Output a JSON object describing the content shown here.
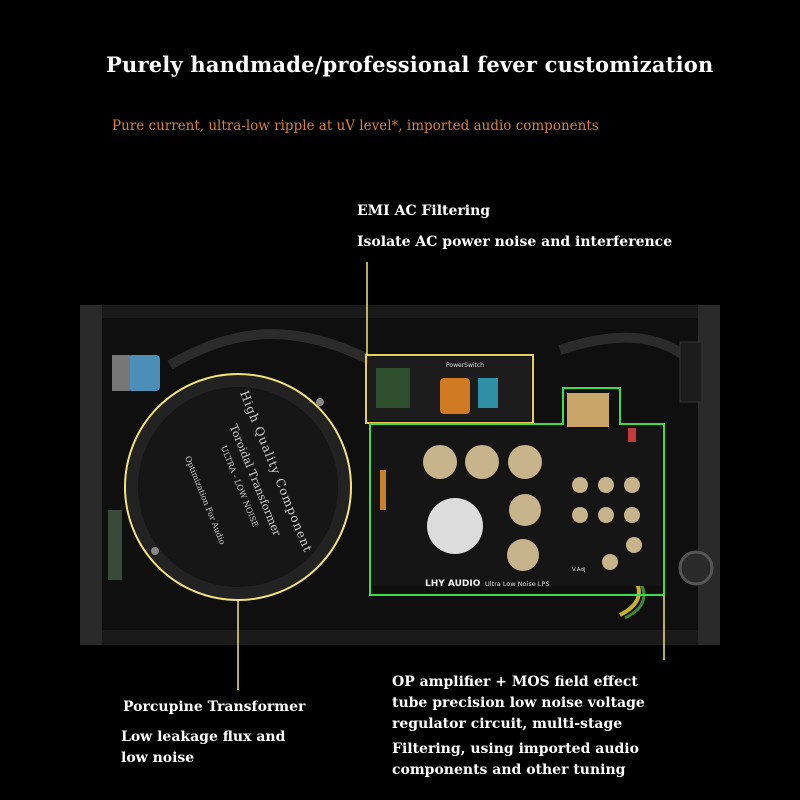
{
  "header": {
    "title": "Purely handmade/professional fever customization",
    "subtitle": "Pure current, ultra-low ripple at uV level*, imported audio components"
  },
  "callouts": {
    "emi_title": "EMI AC Filtering",
    "emi_desc": "Isolate AC power noise and interference",
    "transformer_title": "Porcupine Transformer",
    "transformer_desc_1": "Low leakage flux and",
    "transformer_desc_2": "low noise",
    "regulator_desc_1": "OP amplifier + MOS field effect",
    "regulator_desc_2": "tube precision low noise voltage",
    "regulator_desc_3": "regulator circuit, multi-stage",
    "regulator_desc_4": "Filtering, using imported audio",
    "regulator_desc_5": "components and other tuning"
  },
  "device_labels": {
    "transformer_line1": "High Quality Component",
    "transformer_line2": "Toroidal Transformer",
    "transformer_line3": "ULTRA - LOW NOISE",
    "transformer_line4": "Optimization For Audio",
    "power_switch": "PowerSwitch",
    "board_brand": "LHY AUDIO",
    "board_name": "Ultra Low Noise LPS",
    "board_adj": "V.Adj"
  },
  "colors": {
    "subtitle": "#d9803a",
    "callout_line": "#f2e27a",
    "emi_box": "#e8cf57",
    "regulator_box": "#3fdc4a",
    "transformer_ring": "#f4e37a"
  }
}
